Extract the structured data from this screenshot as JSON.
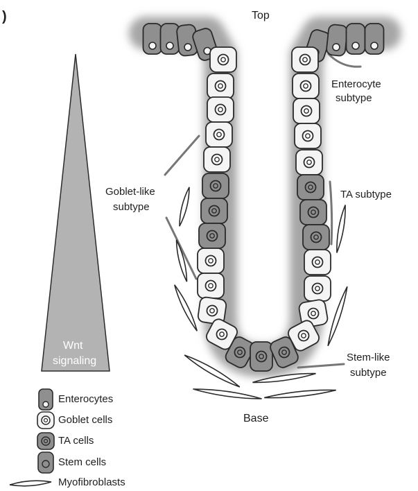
{
  "panel_mark": ")",
  "labels": {
    "top": "Top",
    "base": "Base",
    "enterocyte_subtype": [
      "Enterocyte",
      "subtype"
    ],
    "ta_subtype": "TA subtype",
    "goblet_like_subtype": [
      "Goblet-like",
      "subtype"
    ],
    "stem_like_subtype": [
      "Stem-like",
      "subtype"
    ],
    "wnt": [
      "Wnt",
      "signaling"
    ]
  },
  "legend": [
    {
      "label": "Enterocytes",
      "kind": "enterocyte"
    },
    {
      "label": "Goblet cells",
      "kind": "goblet"
    },
    {
      "label": "TA cells",
      "kind": "ta"
    },
    {
      "label": "Stem cells",
      "kind": "stem"
    },
    {
      "label": "Myofibroblasts",
      "kind": "myofibroblast"
    }
  ],
  "colors": {
    "outline": "#2a2a2a",
    "dark_cell": "#8f8f8f",
    "light_cell": "#f4f4f4",
    "lumen": "#ffffff",
    "glow": "#a6a6a6",
    "wedge": "#b3b3b3",
    "bracket": "#777777"
  }
}
